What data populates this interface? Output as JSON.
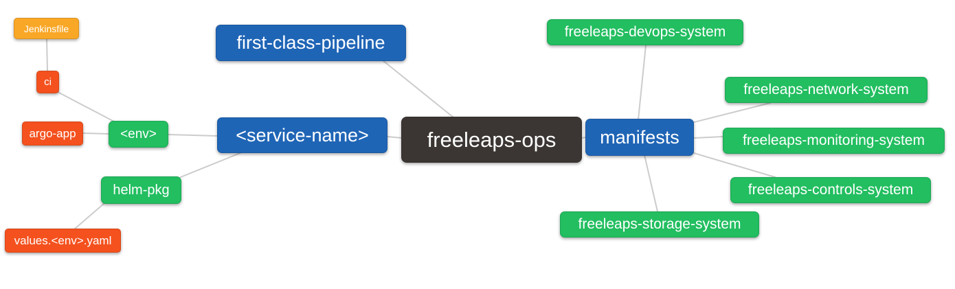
{
  "app": {
    "type": "mind-map",
    "background": "#ffffff"
  },
  "colors": {
    "blue": "#1f65b6",
    "green": "#22be60",
    "orange": "#f9a726",
    "red": "#f4511e",
    "dark": "#3b3633",
    "edge": "#cccccc",
    "text": "#ffffff"
  },
  "nodes": {
    "jenkinsfile": {
      "label": "Jenkinsfile",
      "color": "orange"
    },
    "ci": {
      "label": "ci",
      "color": "red"
    },
    "argo_app": {
      "label": "argo-app",
      "color": "red"
    },
    "env": {
      "label": "<env>",
      "color": "green"
    },
    "helm_pkg": {
      "label": "helm-pkg",
      "color": "green"
    },
    "values_env_yaml": {
      "label": "values.<env>.yaml",
      "color": "red"
    },
    "first_class_pipeline": {
      "label": "first-class-pipeline",
      "color": "blue"
    },
    "service_name": {
      "label": "<service-name>",
      "color": "blue"
    },
    "freeleaps_ops": {
      "label": "freeleaps-ops",
      "color": "dark"
    },
    "manifests": {
      "label": "manifests",
      "color": "blue"
    },
    "freeleaps_devops_system": {
      "label": "freeleaps-devops-system",
      "color": "green"
    },
    "freeleaps_network_system": {
      "label": "freeleaps-network-system",
      "color": "green"
    },
    "freeleaps_monitoring_system": {
      "label": "freeleaps-monitoring-system",
      "color": "green"
    },
    "freeleaps_controls_system": {
      "label": "freeleaps-controls-system",
      "color": "green"
    },
    "freeleaps_storage_system": {
      "label": "freeleaps-storage-system",
      "color": "green"
    }
  },
  "edges": [
    {
      "from": "jenkinsfile",
      "to": "ci"
    },
    {
      "from": "ci",
      "to": "env"
    },
    {
      "from": "argo_app",
      "to": "env"
    },
    {
      "from": "env",
      "to": "service_name"
    },
    {
      "from": "service_name",
      "to": "helm_pkg"
    },
    {
      "from": "helm_pkg",
      "to": "values_env_yaml"
    },
    {
      "from": "first_class_pipeline",
      "to": "freeleaps_ops"
    },
    {
      "from": "service_name",
      "to": "freeleaps_ops"
    },
    {
      "from": "freeleaps_ops",
      "to": "manifests"
    },
    {
      "from": "manifests",
      "to": "freeleaps_devops_system"
    },
    {
      "from": "manifests",
      "to": "freeleaps_network_system"
    },
    {
      "from": "manifests",
      "to": "freeleaps_monitoring_system"
    },
    {
      "from": "manifests",
      "to": "freeleaps_controls_system"
    },
    {
      "from": "manifests",
      "to": "freeleaps_storage_system"
    }
  ]
}
